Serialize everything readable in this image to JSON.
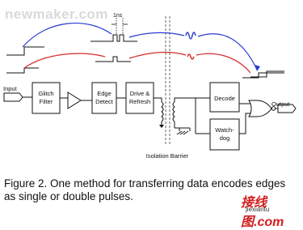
{
  "watermark": {
    "text": "newmaker.com"
  },
  "diagram": {
    "glitch_label": "1ns",
    "input_label": "Input",
    "output_label": "Output",
    "barrier_label": "Isolation Barrier",
    "blocks": {
      "glitch_filter": "Glitch Filter",
      "edge_detect": "Edge Detect",
      "drive_refresh": "Drive & Refresh",
      "decode": "Decode",
      "watchdog": "Watch-dog"
    },
    "colors": {
      "blue_path": "#2a3bd1",
      "red_path": "#d62b2b",
      "barrier": "#777777"
    }
  },
  "caption": {
    "line1": "Figure 2. One method for transferring data encodes edges",
    "line2": "as single or double pulses."
  },
  "brand": {
    "logo_text": "接线图.com",
    "sub_text": "jiexiantu"
  }
}
